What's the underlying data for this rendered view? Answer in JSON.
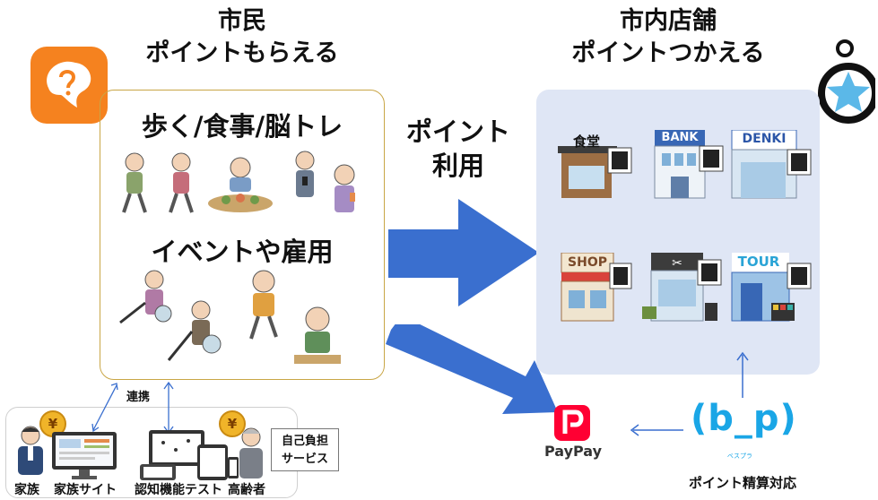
{
  "left_header": [
    "市民",
    "ポイントもらえる"
  ],
  "right_header": [
    "市内店舗",
    "ポイントつかえる"
  ],
  "center_label": [
    "ポイント",
    "利用"
  ],
  "left_box": {
    "row1_label": "歩く/食事/脳トレ",
    "row2_label": "イベントや雇用"
  },
  "stores": [
    "食堂",
    "BANK",
    "DENKI",
    "SHOP",
    "",
    "TOUR"
  ],
  "bottom_left": {
    "link_label": "連携",
    "yen_symbol": "¥",
    "family": "家族",
    "family_site": "家族サイト",
    "cognitive_test": "認知機能テスト",
    "elderly": "高齢者",
    "service_box": [
      "自己負担",
      "サービス"
    ]
  },
  "paypay": {
    "label": "PayPay",
    "color": "#ff0033"
  },
  "bepra": {
    "logo": "(b_p)",
    "small": "ベスプラ",
    "caption": "ポイント精算対応",
    "color": "#1aa6e6"
  },
  "colors": {
    "arrow_blue": "#3a6fcf",
    "store_panel": "#dfe6f5",
    "box_border": "#c9a646",
    "app_orange": "#f5821f"
  }
}
